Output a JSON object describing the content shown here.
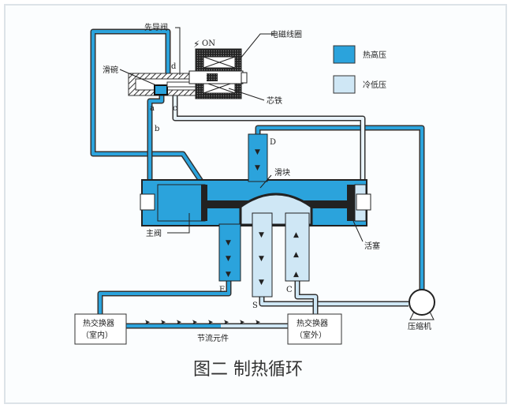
{
  "labels": {
    "pilot_valve": "先导阀",
    "power_on": "ON",
    "solenoid_coil": "电磁线圈",
    "slide_bowl": "滑碗",
    "port_d": "d",
    "port_a": "a",
    "port_b": "b",
    "port_c": "c",
    "iron_core": "芯铁",
    "port_D": "D",
    "slider": "滑块",
    "main_valve": "主阀",
    "piston": "活塞",
    "port_E": "E",
    "port_S": "S",
    "port_C": "C",
    "compressor": "压缩机",
    "indoor_hx_1": "热交换器",
    "indoor_hx_2": "（室内）",
    "outdoor_hx_1": "热交换器",
    "outdoor_hx_2": "（室外）",
    "throttle": "节流元件"
  },
  "legend": [
    {
      "label": "热高压",
      "color": "#2ba3dc"
    },
    {
      "label": "冷低压",
      "color": "#cfe7f5"
    }
  ],
  "title": "图二  制热循环"
}
